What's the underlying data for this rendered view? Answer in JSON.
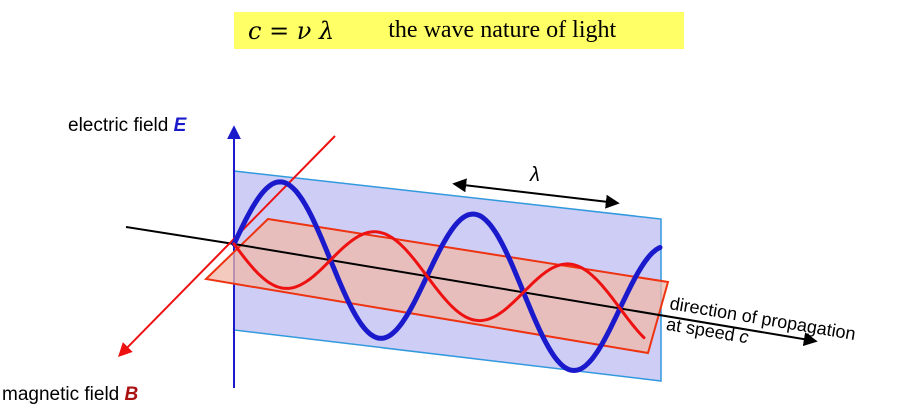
{
  "title": {
    "equation": "c = ν λ",
    "caption": "the wave nature of light",
    "background_color": "#ffff66"
  },
  "labels": {
    "electric_field_text": "electric field ",
    "electric_field_symbol": "E",
    "magnetic_field_text": "magnetic field ",
    "magnetic_field_symbol": "B",
    "wavelength_symbol": "λ",
    "direction_line1": "direction of propagation",
    "direction_line2_prefix": "at speed ",
    "direction_line2_symbol": "c"
  },
  "colors": {
    "electric_wave": "#1a1acc",
    "magnetic_wave": "#ee1111",
    "electric_plane_fill": "#c8c8f5",
    "electric_plane_stroke": "#3399dd",
    "magnetic_plane_fill": "#f0b8a8",
    "magnetic_plane_stroke": "#ee3311",
    "electric_axis": "#1a1acc",
    "magnetic_axis": "#ee1111",
    "propagation_axis": "#000000",
    "electric_symbol_color": "#1a1acc",
    "magnetic_symbol_color": "#aa1111"
  }
}
